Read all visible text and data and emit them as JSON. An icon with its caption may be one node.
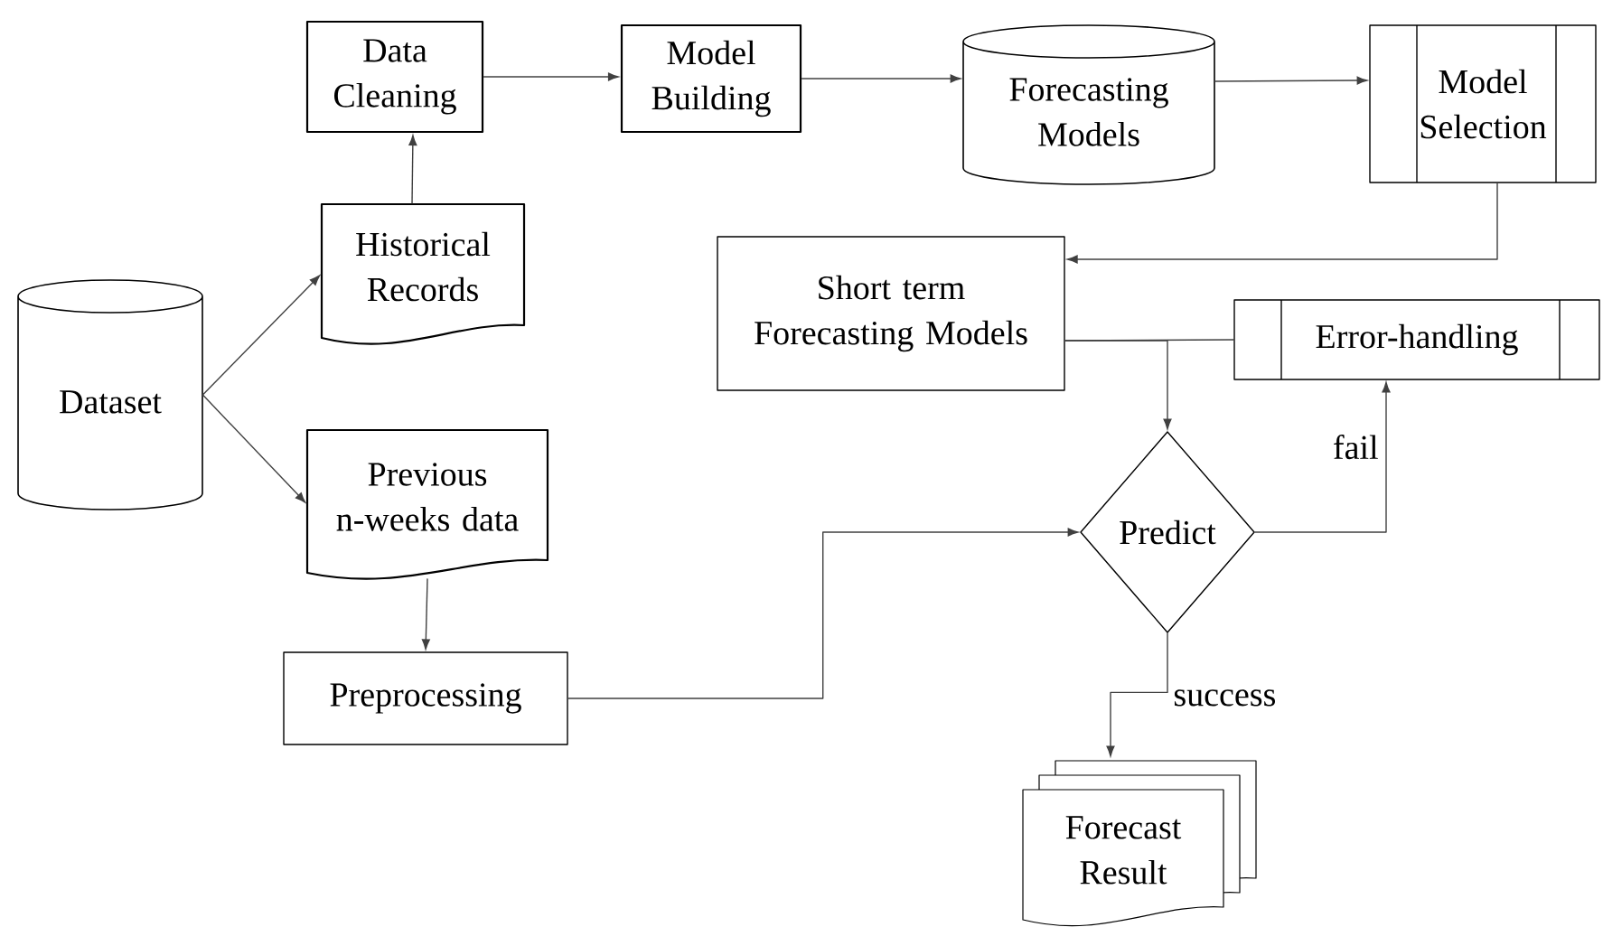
{
  "diagram": {
    "nodes": [
      {
        "text": [
          "Dataset"
        ]
      },
      {
        "text": [
          "Historical Records"
        ]
      },
      {
        "text": [
          "Data Cleaning"
        ]
      },
      {
        "text": [
          "Model Building"
        ]
      },
      {
        "text": [
          "Forecasting Models"
        ]
      },
      {
        "text": [
          "Model Selection"
        ]
      },
      {
        "text": [
          "Short term Forecasting Models"
        ]
      },
      {
        "text": [
          "Error-handling"
        ]
      },
      {
        "text": [
          "Previous n-weeks data"
        ]
      },
      {
        "text": [
          "Preprocessing"
        ]
      },
      {
        "text": [
          "Predict"
        ]
      },
      {
        "text": [
          "Forecast Result"
        ]
      }
    ],
    "edges": [
      {
        "from": 0,
        "to": 1,
        "arrow": "to"
      },
      {
        "from": 0,
        "to": 8,
        "arrow": "to"
      },
      {
        "from": 1,
        "to": 2,
        "arrow": "to"
      },
      {
        "from": 2,
        "to": 3,
        "arrow": "to"
      },
      {
        "from": 3,
        "to": 4,
        "arrow": "to"
      },
      {
        "from": 4,
        "to": 5,
        "arrow": "to"
      },
      {
        "from": 5,
        "to": 6,
        "arrow": "to"
      },
      {
        "from": 6,
        "to": 10,
        "arrow": "to"
      },
      {
        "from": 6,
        "to": 7,
        "arrow": "none"
      },
      {
        "from": 8,
        "to": 9,
        "arrow": "to"
      },
      {
        "from": 9,
        "to": 10,
        "arrow": "to"
      },
      {
        "from": 10,
        "to": 7,
        "arrow": "to",
        "label": "fail"
      },
      {
        "from": 10,
        "to": 11,
        "arrow": "to",
        "label": "success"
      }
    ]
  }
}
